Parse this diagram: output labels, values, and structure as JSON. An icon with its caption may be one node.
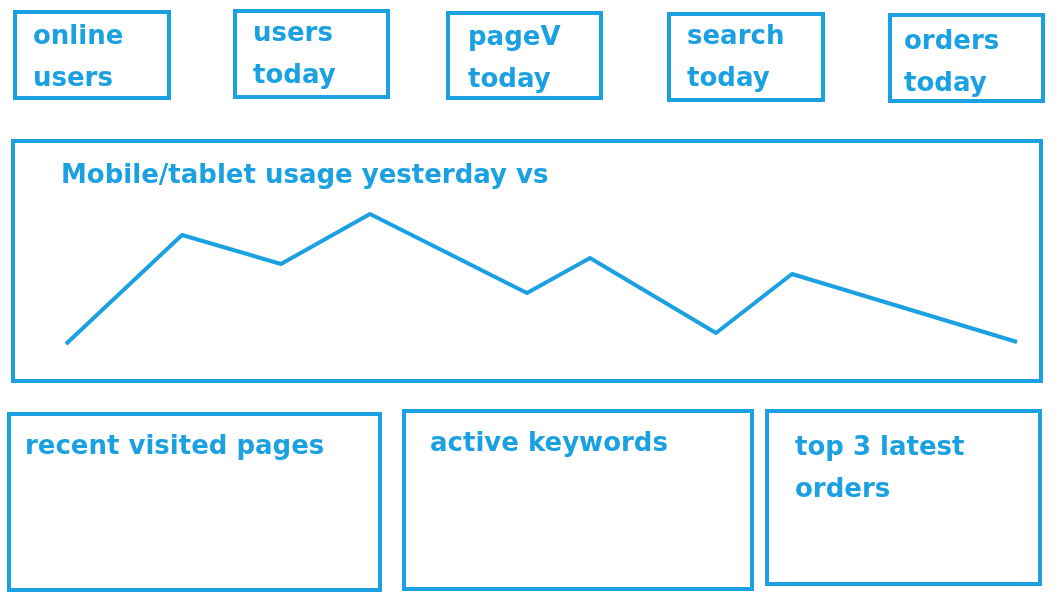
{
  "diagram": {
    "nodes": [
      {
        "text": [
          "online users"
        ]
      },
      {
        "text": [
          "users today"
        ]
      },
      {
        "text": [
          "pageV today"
        ]
      },
      {
        "text": [
          "search today"
        ]
      },
      {
        "text": [
          "orders today"
        ]
      },
      {
        "text": [
          "Mobile/tablet usage yesterday vs"
        ]
      },
      {
        "text": [
          "recent visited pages"
        ]
      },
      {
        "text": [
          "active keywords"
        ]
      },
      {
        "text": [
          "top 3 latest orders"
        ]
      }
    ]
  }
}
